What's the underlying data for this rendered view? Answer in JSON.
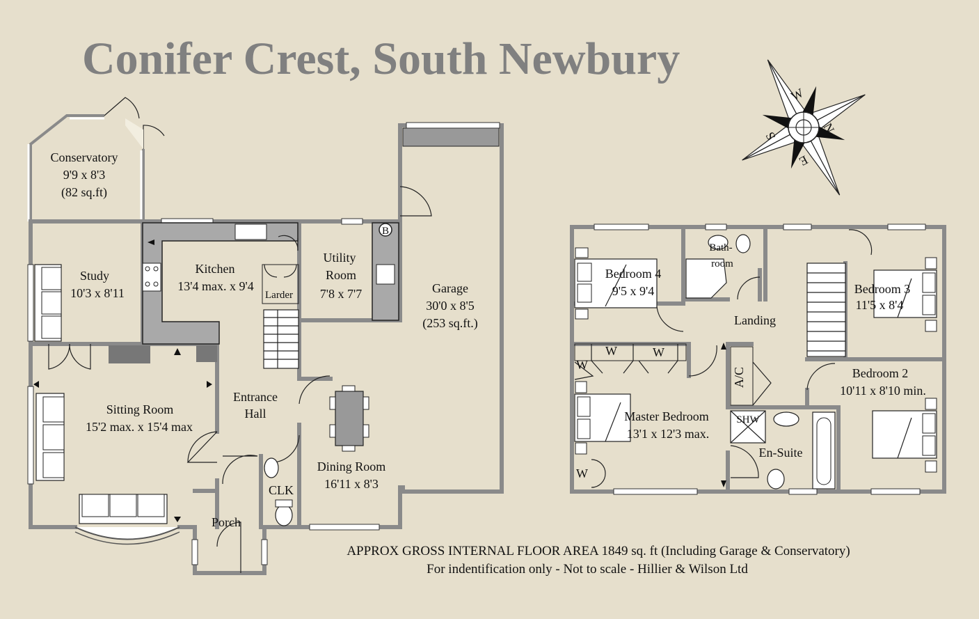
{
  "title": "Conifer Crest, South Newbury",
  "compass": {
    "n": "N",
    "e": "E",
    "s": "S",
    "w": "W"
  },
  "ground_floor": {
    "conservatory": {
      "name": "Conservatory",
      "size": "9'9 x 8'3",
      "area": "(82 sq.ft)"
    },
    "study": {
      "name": "Study",
      "size": "10'3 x 8'11"
    },
    "kitchen": {
      "name": "Kitchen",
      "size": "13'4 max. x 9'4"
    },
    "larder": {
      "name": "Larder"
    },
    "utility": {
      "name1": "Utility",
      "name2": "Room",
      "size": "7'8 x 7'7"
    },
    "boiler": "B",
    "garage": {
      "name": "Garage",
      "size": "30'0 x 8'5",
      "area": "(253 sq.ft.)"
    },
    "sitting": {
      "name": "Sitting Room",
      "size": "15'2 max. x 15'4 max"
    },
    "hall": {
      "name1": "Entrance",
      "name2": "Hall"
    },
    "dining": {
      "name": "Dining Room",
      "size": "16'11 x 8'3"
    },
    "clk": {
      "name": "CLK"
    },
    "porch": {
      "name": "Porch"
    }
  },
  "first_floor": {
    "bed4": {
      "name": "Bedroom 4",
      "size": "9'5 x 9'4"
    },
    "bath": {
      "name1": "Bath-",
      "name2": "room"
    },
    "bed3": {
      "name": "Bedroom 3",
      "size": "11'5 x 8'4"
    },
    "landing": {
      "name": "Landing"
    },
    "bed2": {
      "name": "Bedroom 2",
      "size": "10'11 x 8'10 min."
    },
    "master": {
      "name": "Master Bedroom",
      "size": "13'1 x 12'3 max."
    },
    "ensuite": {
      "name": "En-Suite"
    },
    "shw": "SHW",
    "ac": "A/C",
    "wardrobe": "W"
  },
  "footer": {
    "line1": "APPROX GROSS INTERNAL FLOOR AREA  1849 sq. ft (Including Garage & Conservatory)",
    "line2": "For indentification only - Not to scale - Hillier & Wilson Ltd"
  }
}
